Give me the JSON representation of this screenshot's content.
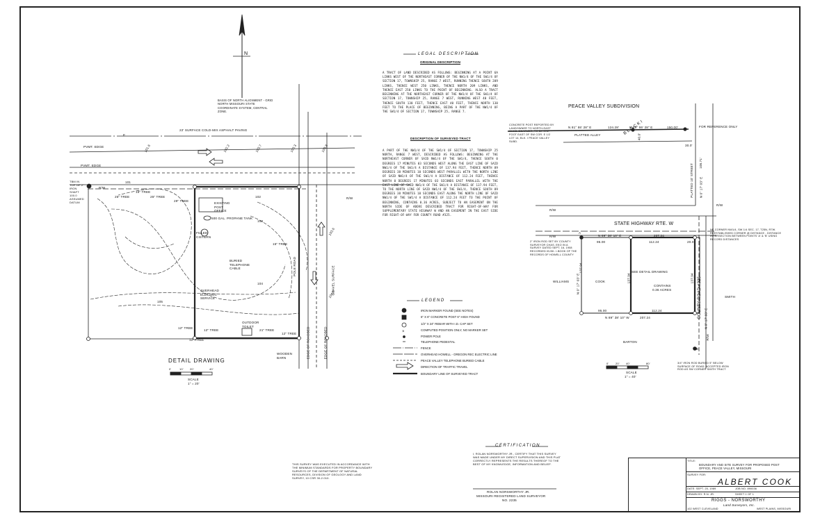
{
  "north_arrow": {
    "label": "N",
    "basis_note": "BASIS OF NORTH ALIGNMENT - GRID NORTH MISSOURI STATE COORDINATE SYSTEM, CENTRAL ZONE."
  },
  "detail": {
    "title": "DETAIL DRAWING",
    "scale_label": "SCALE",
    "scale_ratio": "1\" = 20'",
    "scale_ticks": [
      "0'",
      "10'",
      "20'",
      "40'"
    ],
    "labels": {
      "paving": "22' SURFACE COLD-MIX ASPHALT PAVING",
      "pvmt_edge_1": "PVMT. EDGE",
      "pvmt_edge_2": "PVMT. EDGE",
      "tbm": "TBM IN TOP OF 2\" IRON SHAFT 100.0 ASSUMED DATUM",
      "rw": "R/W",
      "tree_25a": "25\" TREE",
      "tree_25b": "25\" TREE",
      "tree_29": "29\" TREE",
      "tree_15a": "15\" TREE",
      "existing_po": "EXISTING POST OFFICE",
      "propane": "500 GAL. PROPANE TANK",
      "cistern": "FILLED CISTERN",
      "tree_15b": "15\" TREE",
      "telephone": "BURIED TELEPHONE CABLE",
      "overhead": "OVERHEAD ELECTRIC SERVICE",
      "outdoor_toilet": "OUTDOOR TOILET",
      "tree_12a": "12\" TREE",
      "tree_12b": "12\" TREE",
      "tree_21": "21\" TREE",
      "tree_12c": "12\" TREE",
      "tree_12d": "12\" TREE",
      "barn": "WOODEN BARN",
      "pole_road": "POLE ROAD",
      "edge_roadbed_1": "EDGE OF ROADBED",
      "edge_roadbed_2": "EDGE OF ROADBED",
      "gravel": "GRAVEL SURFACE",
      "rw_right": "R/W",
      "e": "E",
      "contour_102": "102",
      "contour_103": "103",
      "contour_104": "104",
      "contour_105": "105",
      "contour_101": "101",
      "elev_1": "101.6",
      "elev_2": "102.2",
      "elev_3": "103.7",
      "elev_4": "103.3",
      "elev_5": "103.8",
      "elev_6": "103.6",
      "elev_7": "104.9"
    }
  },
  "legal": {
    "heading": "LEGAL DESCRIPTION",
    "original_heading": "ORIGINAL DESCRIPTION",
    "original_text": "A TRACT OF LAND DESCRIBED AS FOLLOWS: BEGINNING AT A POINT 6A LINKS WEST OF THE NORTHEAST CORNER OF THE NW1/4 OF THE SW1/4 OF SECTION 17, TOWNSHIP 25, RANGE 7 WEST, RUNNING THENCE SOUTH 209 LINKS, THENCE WEST 250 LINKS, THENCE NORTH 209 LINKS, AND THENCE EAST 250 LINKS TO THE POINT OF BEGINNING. ALSO A TRACT BEGINNING AT THE NORTHEAST CORNER OF THE NW1/4 OF THE SW1/4 OF SECTION 17, TOWNSHIP 25, RANGE 7 WEST, RUNNING WEST 40 FEET, THENCE SOUTH 130 FEET, THENCE EAST 40 FEET, THENCE NORTH 130 FEET TO THE PLACE OF BEGINNING, BEING A PART OF THE NW1/4 OF THE SW1/4 OF SECTION 17, TOWNSHIP 25, RANGE 7.",
    "surveyed_heading": "DESCRIPTION OF SURVEYED TRACT",
    "surveyed_text": "A PART OF THE NW1/4 OF THE SW1/4 OF SECTION 17, TOWNSHIP 25 NORTH, RANGE 7 WEST, DESCRIBED AS FOLLOWS: BEGINNING AT THE NORTHEAST CORNER OF SAID NW1/4 OF THE SW1/4, THENCE SOUTH 0 DEGREES 17 MINUTES 03 SECONDS WEST ALONG THE EAST LINE OF SAID NW1/4 OF THE SW1/4 A DISTANCE OF 137.94 FEET, THENCE NORTH 89 DEGREES 38 MINUTES 10 SECONDS WEST PARALLEL WITH THE NORTH LINE OF SAID NW1/4 OF THE SW1/4 A DISTANCE OF 112.24 FEET, THENCE NORTH 0 DEGREES 17 MINUTES 03 SECONDS EAST PARALLEL WITH THE EAST LINE OF SAID NW1/4 OF THE SW1/4 A DISTANCE OF 137.94 FEET, TO THE NORTH LINE OF SAID NW1/4 OF THE SW1/4, THENCE SOUTH 89 DEGREES 38 MINUTES 10 SECONDS EAST ALONG THE NORTH LINE OF SAID NW1/4 OF THE SW1/4 A DISTANCE OF 112.24 FEET TO THE POINT OF BEGINNING, CONTAINS 0.36 ACRES, SUBJECT TO AN EASEMENT ON THE NORTH SIDE OF ABOVE DESCRIBED TRACT FOR RIGHT-OF-WAY FOR SUPPLEMENTARY STATE HIGHWAY W AND AN EASEMENT IN THE EAST SIDE FOR RIGHT-OF-WAY FOR COUNTY ROAD #325."
  },
  "legend": {
    "heading": "LEGEND",
    "items": [
      "IRON MARKER FOUND (SEE NOTES)",
      "6\" X 6\" CONCRETE POST 6\" HIGH FOUND",
      "1/2\" X 24\" REBAR WITH I.D. CAP SET",
      "COMPUTED POSITION ONLY, NO MARKER SET",
      "POWER POLE",
      "TELEPHONE PEDESTAL",
      "FENCE",
      "OVERHEAD HOWELL - OREGON REC ELECTRIC LINE",
      "PEACE VALLEY TELEPHONE BURIED CABLE",
      "DIRECTION OF TRAFFIC TRAVEL",
      "BOUNDARY LINE OF SURVEYED TRACT"
    ]
  },
  "site": {
    "subdivision": "PEACE VALLEY SUBDIVISION",
    "concrete_note": "CONCRETE POST REPORTED BY LANDOWNER TO NORTH-EAST CHAS. DEARMER, TO BE ONE FOOT EAST OF SW COR. E 1/2 LOT 14, BLK. I PEACE VALLEY SUBD.",
    "bearing_1": "N 81° 55' 28\" E",
    "dist_1": "124.28'",
    "bearing_2": "N 89° 55' 28\" E",
    "dist_2": "150.00'",
    "dist_3": "40.0'",
    "alley": "PLATTED ALLEY",
    "block": "B L O C K   I",
    "reference": "FOR REFERENCE ONLY",
    "street": "PLATTED 10' STREET",
    "street_len": "108.71'",
    "dist_30": "30.0'",
    "street_bearing": "N 0° 17' 03\" E",
    "rw_1": "R/W",
    "rw_2": "R/W",
    "rw_3": "R/W",
    "rw_4": "R/W",
    "highway": "STATE HIGHWAY RTE. W",
    "ne_corner": "NE CORNER NW1/4, SW 1/4 SEC. 17, T25N, R7W. REESTABLISHED CORNER @ DISTANCE - DISTANCE INTERSECTION BETWEEN POINTS 'A' & 'B' USING RECORD DISTANCES",
    "point_a": "A",
    "point_b": "B",
    "iron_rod_note": "2\" IRON ROD SET BY COUNTY SURVEYOR CHAS. EKO IN A SURVEY DATED SEPT. 16, 1908 RECORDED IN BK. I-BOOK OF THE RECORDS OF HOWELL COUNTY",
    "top_bearing": "N 89° 38' 10\" E",
    "top_dist": "207.24",
    "top_sub1": "95.00",
    "top_sub2": "112.24",
    "top_sub3": "20.0",
    "bottom_bearing": "N 89° 38' 10\" W",
    "bottom_dist": "207.24",
    "bottom_sub1": "95.00",
    "bottom_sub2": "112.24",
    "left_bearing": "N 0° 17' 03\" E",
    "left_dist": "137.94",
    "inner_dist": "137.94",
    "right_dist": "137.94",
    "right_bearing": "N 0° 17' 03\" E",
    "see_detail": "SEE DETAIL DRAWING",
    "contains": "CONTAINS",
    "acres": "0.36 ACRES",
    "williams": "WILLIAMS",
    "cook": "COOK",
    "barton": "BARTON",
    "smith": "SMITH",
    "county_road": "COUNTY ROAD #325",
    "rod_note": "3/4\" IRON ROD BURIED 5\" BELOW SURFACE OF ROAD. ACCEPTED IRON ROD AS SW CORNER SMITH TRACT",
    "scale_label": "SCALE",
    "scale_ratio": "1\" = 40'",
    "scale_ticks": [
      "0'",
      "20'",
      "40'",
      "80'"
    ]
  },
  "certification": {
    "heading": "CERTIFICATION",
    "text": "I, ROLAN NORSWORTHY JR., CERTIFY THAT THIS SURVEY WAS MADE UNDER MY DIRECT SUPERVISION AND THIS PLAT CORRECTLY REPRESENTS THE RESULTS THEREOF TO THE BEST OF MY KNOWLEDGE, INFORMATION AND BELIEF.",
    "signature_1": "ROLAN NORSWORTHY JR.",
    "signature_2": "MISSOURI REGISTERED LAND SURVEYOR",
    "signature_3": "NO. 2235",
    "standards_note": "THIS SURVEY WAS EXECUTED IN ACCORDANCE WITH THE MINIMUM STANDARDS FOR PROPERTY BOUNDARY SURVEYS OF THE DEPARTMENT OF NATURAL RESOURCES, DIVISION OF GEOLOGY AND LAND SURVEY, 10 CSR 30-2.010."
  },
  "title_block": {
    "title_label": "TITLE:",
    "title": "BOUNDARY AND SITE SURVEY FOR PROPOSED POST OFFICE, PEACE VALLEY, MISSOURI",
    "survey_for_label": "SURVEY FOR:",
    "client": "ALBERT COOK",
    "date": "DATE: SEPT. 25, 1989",
    "job_no": "JOB NO. 890036",
    "drawn_by": "DRAWN BY: R.N. JR.",
    "sheet": "SHEET 1 OF 1",
    "firm": "RIGGS - NORSWORTHY",
    "firm_sub": "Land Surveyors, Inc.",
    "address": "102 WEST CLEVELAND",
    "city": "WEST PLAINS, MISSOURI"
  }
}
